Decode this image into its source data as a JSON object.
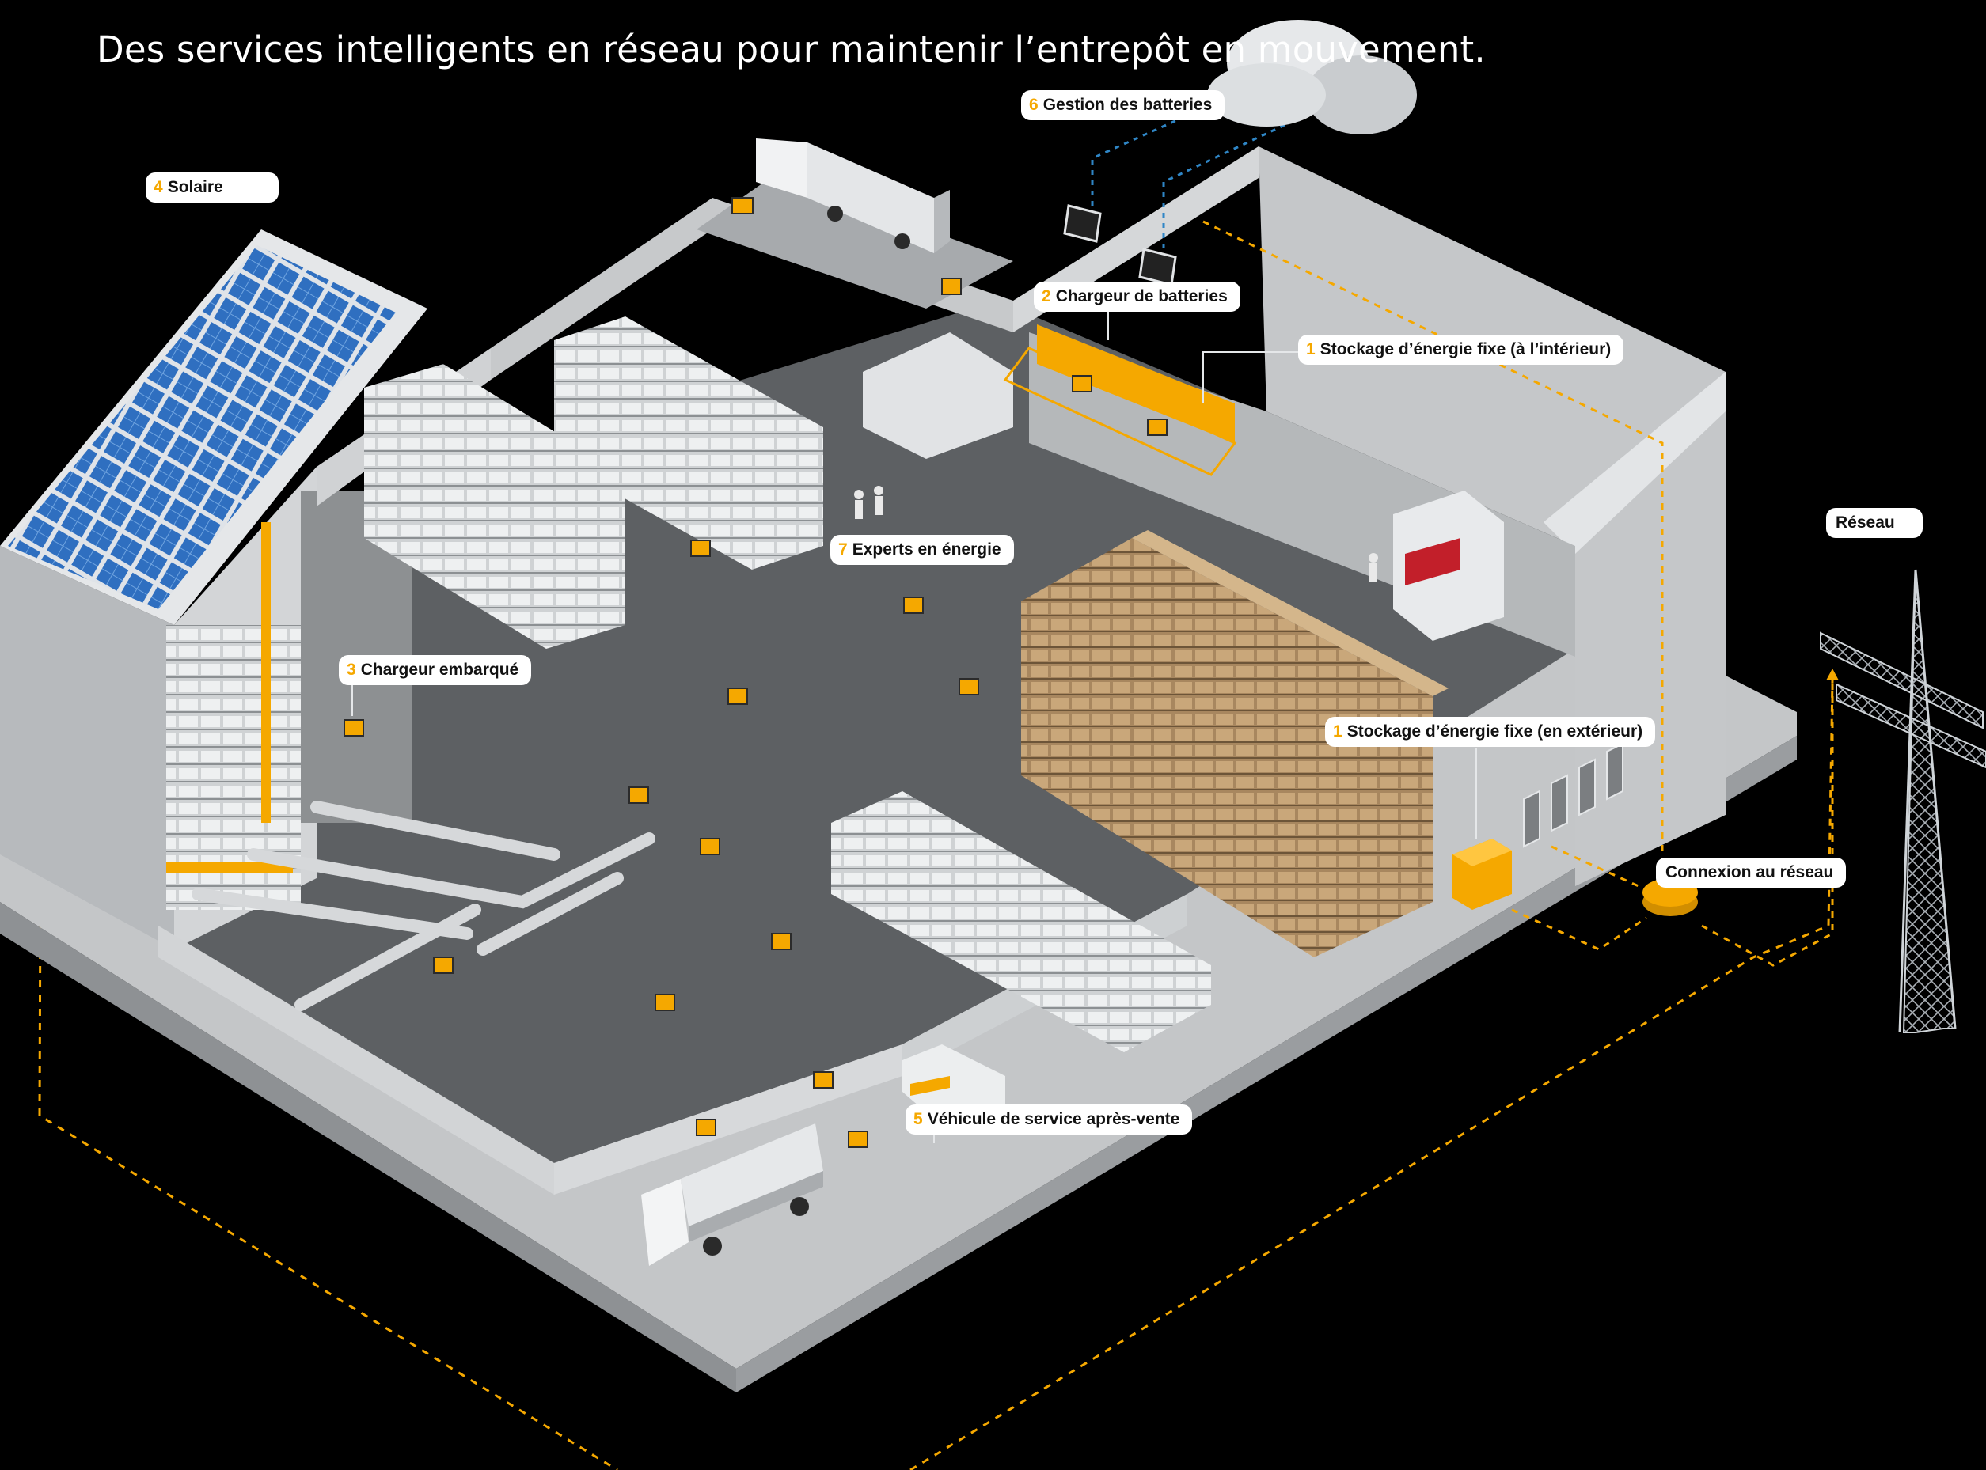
{
  "subtitle": "Des services intelligents en réseau pour maintenir l’entrepôt en mouvement.",
  "callouts": {
    "battery_management": {
      "num": "6",
      "label": "Gestion des batteries"
    },
    "solar": {
      "num": "4",
      "label": "Solaire"
    },
    "battery_charger": {
      "num": "2",
      "label": "Chargeur de batteries"
    },
    "storage_indoor": {
      "num": "1",
      "label": "Stockage d’énergie fixe (à l’intérieur)"
    },
    "grid": {
      "label": "Réseau"
    },
    "energy_experts": {
      "num": "7",
      "label": "Experts en énergie"
    },
    "onboard_charger": {
      "num": "3",
      "label": "Chargeur embarqué"
    },
    "storage_outdoor": {
      "num": "1",
      "label": "Stockage d’énergie fixe (en extérieur)"
    },
    "grid_connection": {
      "label": "Connexion au réseau"
    },
    "service_vehicle": {
      "num": "5",
      "label": "Véhicule de service après-vente"
    }
  },
  "colors": {
    "accent": "#f5a800",
    "background": "#000000",
    "floor": "#5d6063",
    "wall": "#c9cbcd",
    "solar_panel": "#2f6fc0"
  },
  "icons": [
    "cloud-icon",
    "solar-panel-icon",
    "truck-icon",
    "forklift-icon",
    "pylon-icon",
    "van-icon",
    "battery-charger-icon",
    "container-icon"
  ]
}
